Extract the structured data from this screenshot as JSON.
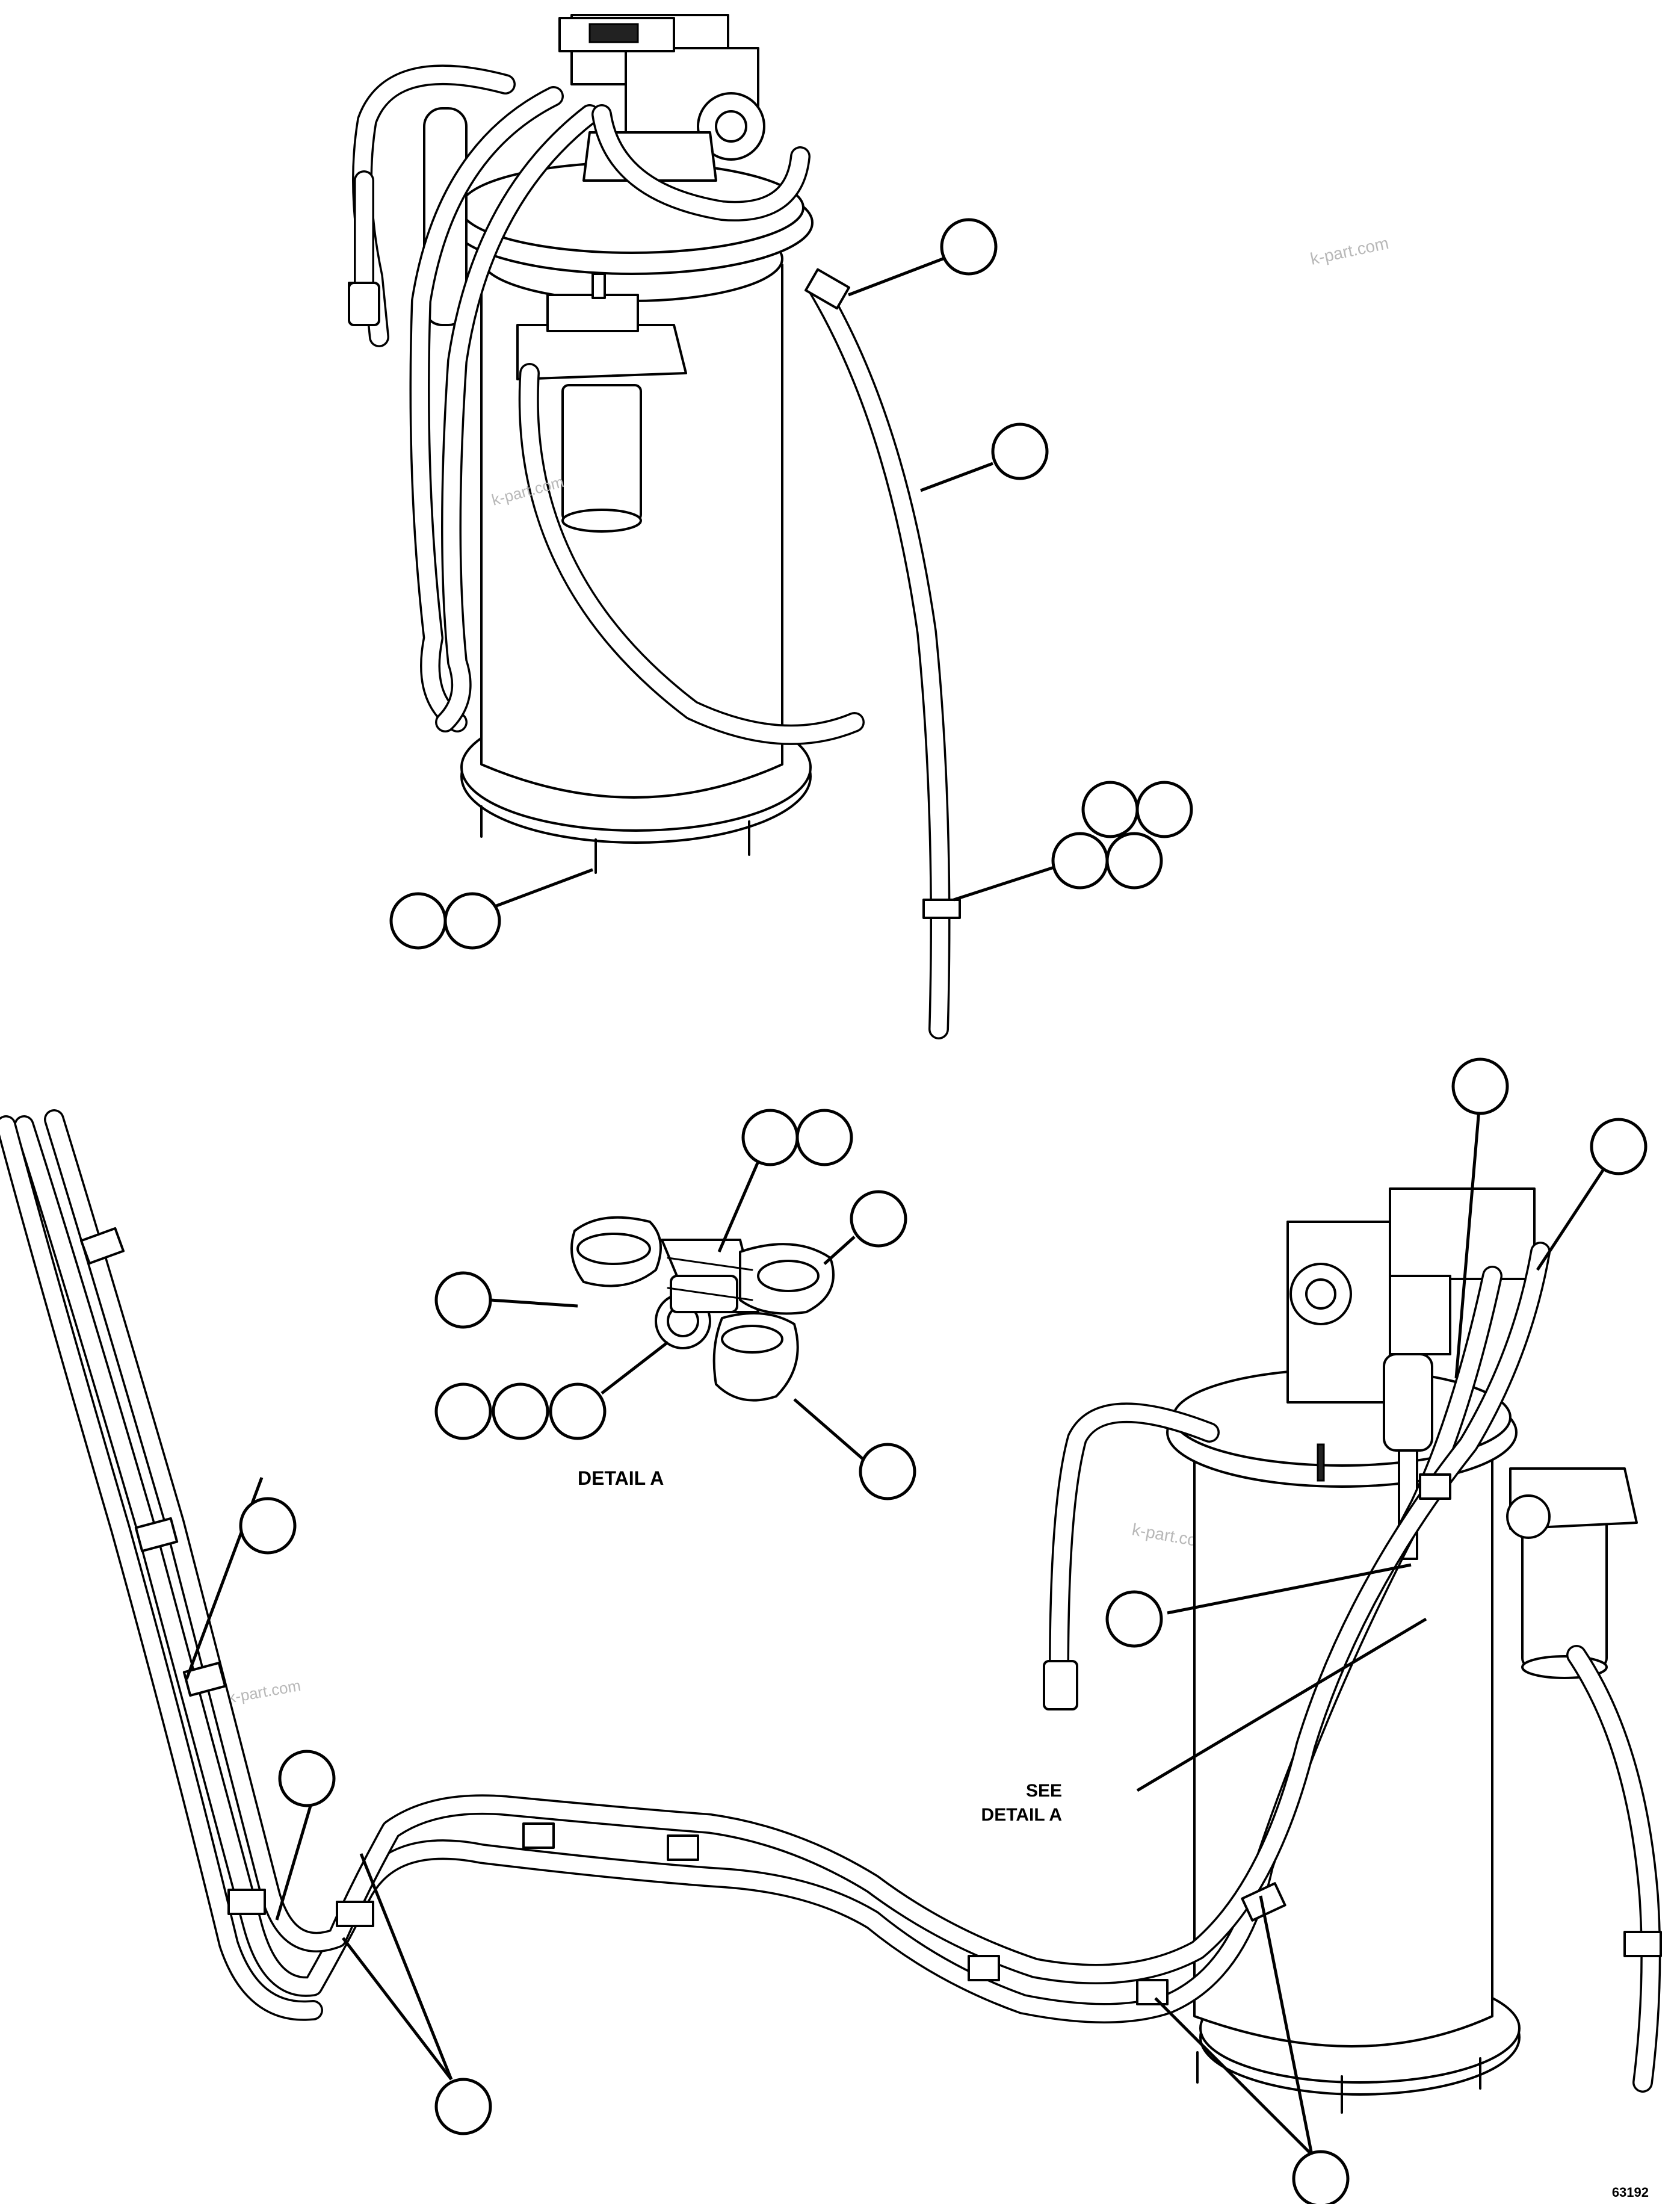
{
  "labels": {
    "detail_a": "DETAIL A",
    "see_line1": "SEE",
    "see_line2": "DETAIL A",
    "drawing_number": "63192"
  },
  "watermarks": [
    "k-part.com",
    "k-part.com",
    "k-part.com",
    "k-part.com"
  ]
}
